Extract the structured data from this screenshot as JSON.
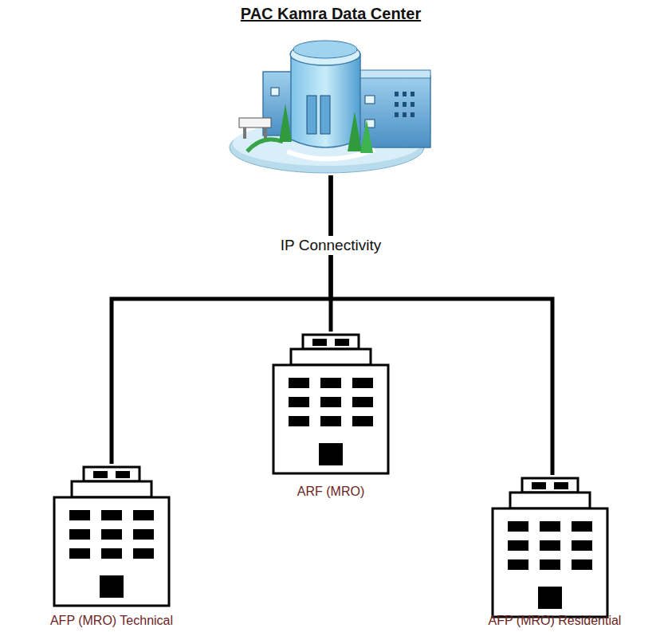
{
  "diagram": {
    "nodes": [
      {
        "text": [
          "PAC Kamra Data Center"
        ]
      },
      {
        "text": [
          "ARF (MRO)"
        ]
      },
      {
        "text": [
          "AFP (MRO) Technical"
        ]
      },
      {
        "text": [
          "AFP (MRO) Residential"
        ]
      }
    ],
    "edges": [
      {
        "from": 0,
        "to": 1,
        "arrow": "none",
        "label": "IP Connectivity"
      },
      {
        "from": 0,
        "to": 2,
        "arrow": "none"
      },
      {
        "from": 0,
        "to": 3,
        "arrow": "none"
      }
    ]
  }
}
